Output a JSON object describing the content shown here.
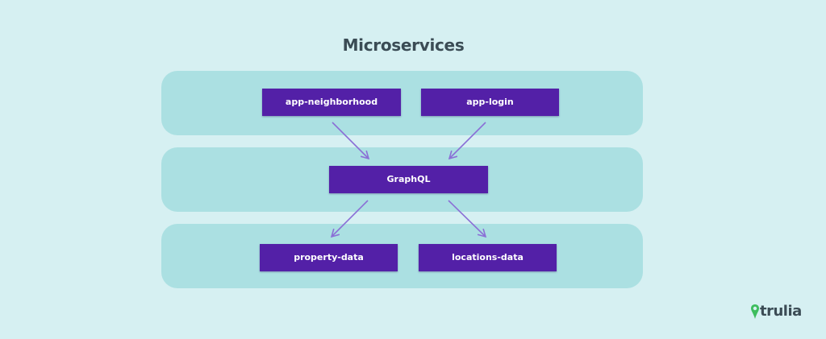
{
  "title": "Microservices",
  "nodes": {
    "app_neighborhood": "app-neighborhood",
    "app_login": "app-login",
    "graphql": "GraphQL",
    "property_data": "property-data",
    "locations_data": "locations-data"
  },
  "edges": [
    {
      "from": "app-neighborhood",
      "to": "GraphQL"
    },
    {
      "from": "app-login",
      "to": "GraphQL"
    },
    {
      "from": "GraphQL",
      "to": "property-data"
    },
    {
      "from": "GraphQL",
      "to": "locations-data"
    }
  ],
  "logo": {
    "text": "trulia",
    "icon": "map-pin-icon",
    "color": "#3dbd5d"
  },
  "colors": {
    "background": "#d6f0f2",
    "band": "#abe0e2",
    "node": "#5320a7",
    "arrow": "#8b6fd6",
    "title": "#3b4c55"
  }
}
